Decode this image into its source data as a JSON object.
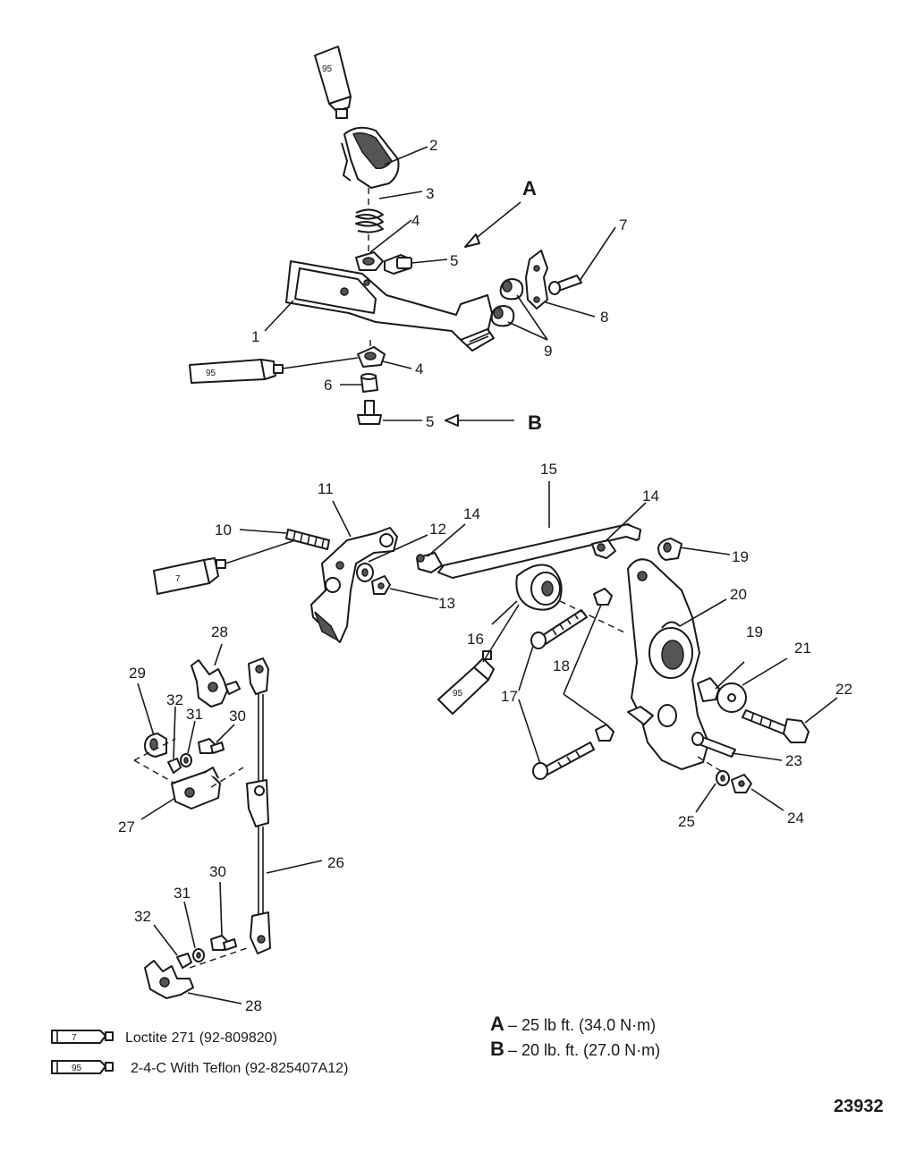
{
  "callouts": {
    "c1": "1",
    "c2": "2",
    "c3": "3",
    "c4a": "4",
    "c4b": "4",
    "c5a": "5",
    "c5b": "5",
    "c6": "6",
    "c7": "7",
    "c8": "8",
    "c9": "9",
    "c10": "10",
    "c11": "11",
    "c12": "12",
    "c13": "13",
    "c14a": "14",
    "c14b": "14",
    "c15": "15",
    "c16": "16",
    "c17": "17",
    "c18": "18",
    "c19a": "19",
    "c19b": "19",
    "c20": "20",
    "c21": "21",
    "c22": "22",
    "c23": "23",
    "c24": "24",
    "c25": "25",
    "c26": "26",
    "c27": "27",
    "c28a": "28",
    "c28b": "28",
    "c29": "29",
    "c30a": "30",
    "c30b": "30",
    "c31a": "31",
    "c31b": "31",
    "c32a": "32",
    "c32b": "32",
    "A": "A",
    "B": "B"
  },
  "tubes": {
    "t95_top": "95",
    "t95_left": "95",
    "t7_left": "7",
    "t95_mid": "95"
  },
  "legend": [
    {
      "tube_label": "7",
      "text": "Loctite 271 (92-809820)"
    },
    {
      "tube_label": "95",
      "text": "2-4-C  With Teflon (92-825407A12)"
    }
  ],
  "torque": [
    {
      "key": "A",
      "text": "– 25 lb ft. (34.0 N·m)"
    },
    {
      "key": "B",
      "text": "– 20 lb. ft. (27.0 N·m)"
    }
  ],
  "figure_number": "23932"
}
